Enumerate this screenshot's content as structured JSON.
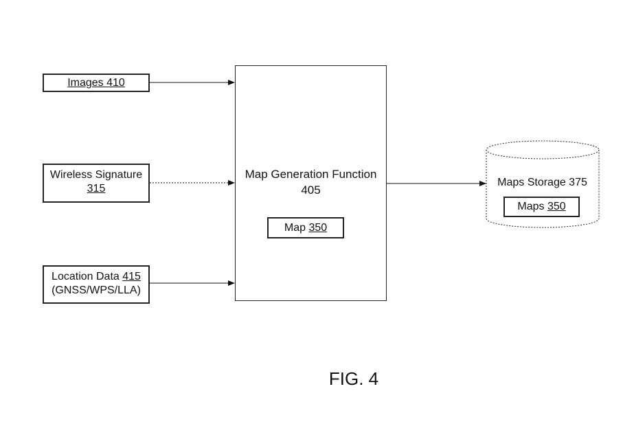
{
  "inputs": {
    "images": {
      "label": "Images",
      "ref": "410"
    },
    "wireless": {
      "label": "Wireless Signature",
      "ref": "315"
    },
    "location": {
      "label": "Location Data",
      "ref": "415",
      "detail": "(GNSS/WPS/LLA)"
    }
  },
  "function": {
    "label": "Map Generation Function",
    "ref": "405",
    "map": {
      "label": "Map",
      "ref": "350"
    }
  },
  "storage": {
    "label": "Maps Storage 375",
    "maps": {
      "label": "Maps",
      "ref": "350"
    }
  },
  "figure_label": "FIG. 4"
}
